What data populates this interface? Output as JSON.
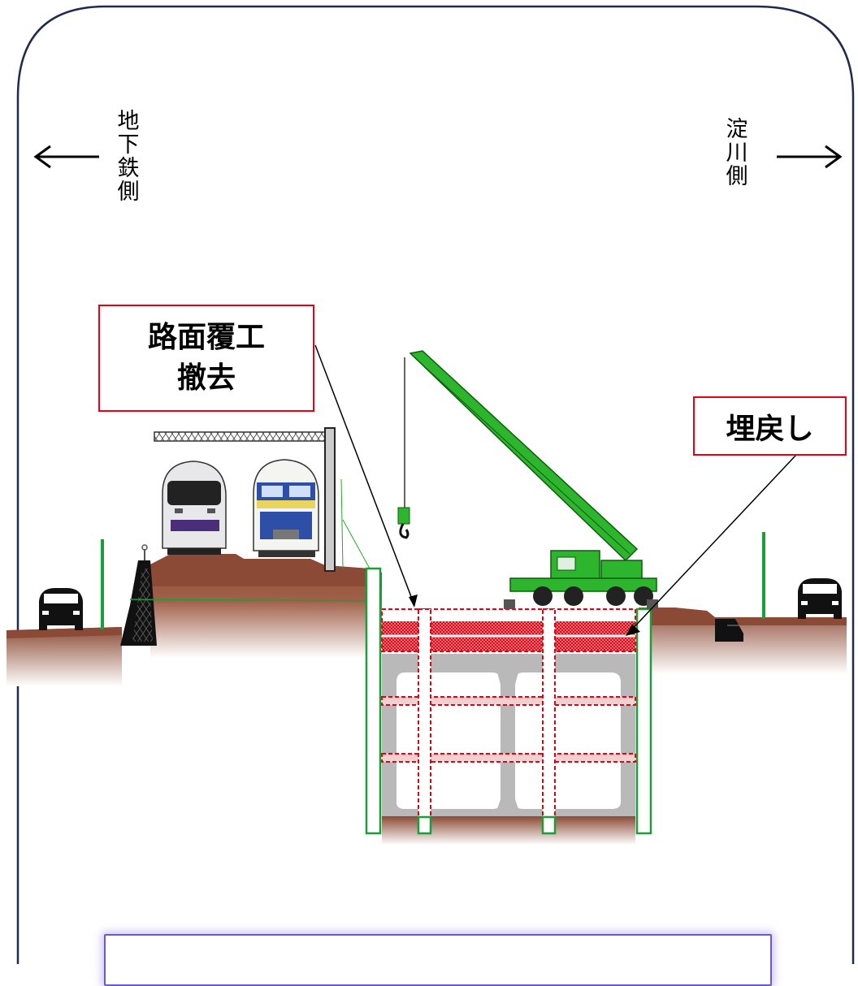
{
  "labels": {
    "left_direction": "地下鉄側",
    "right_direction": "淀川側"
  },
  "callouts": {
    "road_deck_removal": "路面覆工\n撤去",
    "backfill": "埋戻し"
  },
  "colors": {
    "frame_border": "#1f2a4d",
    "soil": "#8b4a35",
    "pile_green": "#1a9e3a",
    "crane_green": "#2db52d",
    "concrete": "#b9b9b9",
    "callout_border": "#e60012",
    "backfill_red": "#e60012"
  },
  "icons": [
    "left-arrow-icon",
    "right-arrow-icon",
    "car-icon",
    "train-icon",
    "crane-icon"
  ]
}
